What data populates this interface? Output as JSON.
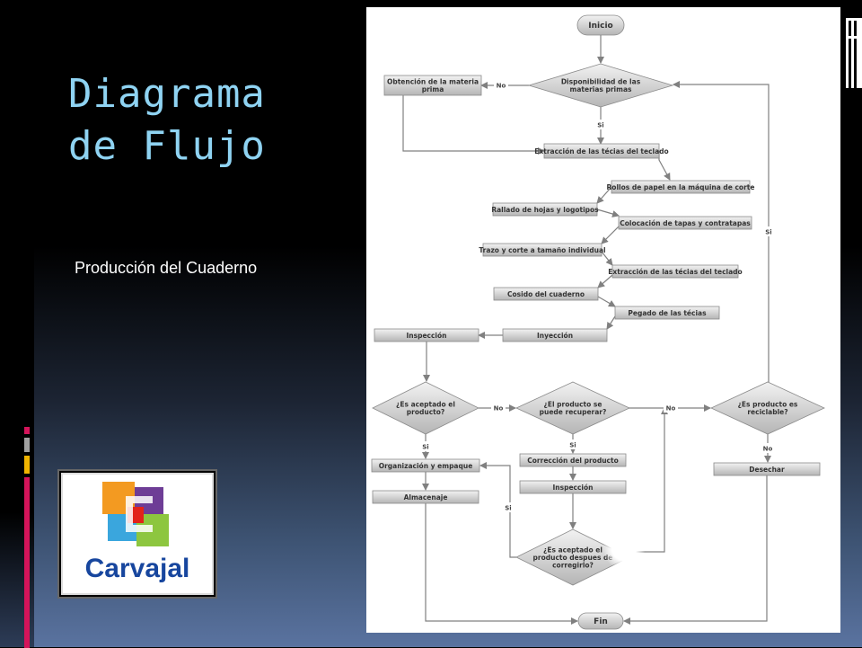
{
  "slide": {
    "title_line1": "Diagrama",
    "title_line2": "de Flujo",
    "subtitle": "Producción del Cuaderno",
    "logo_text": "Carvajal"
  },
  "colors": {
    "title": "#8fd3f2",
    "logo_blue": "#17469e",
    "logo_orange": "#f39a21",
    "logo_purple": "#6e3d96",
    "logo_green": "#8dc63f",
    "logo_cyan": "#3aa6dd",
    "logo_red": "#e2231a",
    "bar_red": "#d4145a",
    "bar_white": "#ffffff",
    "bar_gray": "#a0a0a0",
    "bar_yellow": "#f0b400"
  },
  "flow": {
    "nodes": [
      {
        "id": "inicio",
        "label": "Inicio"
      },
      {
        "id": "disponibilidad",
        "label": "Disponibilidad de las materias primas"
      },
      {
        "id": "obtencion",
        "label": "Obtención de la materia prima"
      },
      {
        "id": "extraccion1",
        "label": "Extracción de las técias del teclado"
      },
      {
        "id": "rollos",
        "label": "Rollos de papel en la máquina de corte"
      },
      {
        "id": "rallado",
        "label": "Rallado de hojas y logotipos"
      },
      {
        "id": "colocacion",
        "label": "Colocación de tapas y contratapas"
      },
      {
        "id": "trazo",
        "label": "Trazo y corte a tamaño individual"
      },
      {
        "id": "extraccion2",
        "label": "Extracción de las técias del teclado"
      },
      {
        "id": "cosido",
        "label": "Cosido del cuaderno"
      },
      {
        "id": "pegado",
        "label": "Pegado de las técias"
      },
      {
        "id": "inyeccion",
        "label": "Inyección"
      },
      {
        "id": "inspeccion1",
        "label": "Inspección"
      },
      {
        "id": "aceptado",
        "label": "¿Es aceptado el producto?"
      },
      {
        "id": "recuperar",
        "label": "¿El producto se puede recuperar?"
      },
      {
        "id": "reciclable",
        "label": "¿Es producto es reciclable?"
      },
      {
        "id": "organizacion",
        "label": "Organización y empaque"
      },
      {
        "id": "correccion",
        "label": "Corrección del producto"
      },
      {
        "id": "desechar",
        "label": "Desechar"
      },
      {
        "id": "almacenaje",
        "label": "Almacenaje"
      },
      {
        "id": "inspeccion2",
        "label": "Inspección"
      },
      {
        "id": "aceptado2",
        "label": "¿Es aceptado el producto despues de corregirlo?"
      },
      {
        "id": "fin",
        "label": "Fin"
      }
    ],
    "edge_labels": {
      "no": "No",
      "si": "Si"
    }
  }
}
